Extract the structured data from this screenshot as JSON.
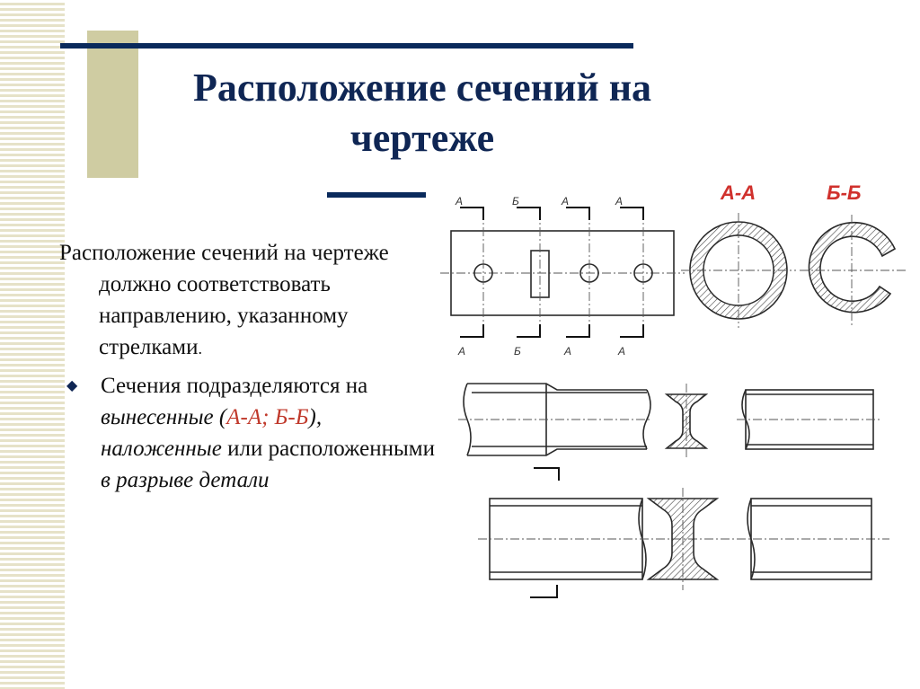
{
  "slide": {
    "title": "Расположение сечений на чертеже",
    "paragraph1": "Расположение сечений на чертеже должно соответствовать направлению, указанному стрелками",
    "paragraph1_end": ".",
    "bullet": {
      "part1": "Сечения подразделяются на ",
      "part2": "вынесенные",
      "part3": " (",
      "part4": "А-А; Б-Б",
      "part5": "), ",
      "part6": "наложенные",
      "part7": " или расположенными ",
      "part8": "в разрыве детали"
    }
  },
  "figure": {
    "section_label_a": "А-А",
    "section_label_b": "Б-Б",
    "cut_labels": {
      "a": "А",
      "b": "Б"
    }
  },
  "colors": {
    "title": "#0f2654",
    "accent_rule": "#0a2a5c",
    "section_labels": "#d0312d"
  }
}
